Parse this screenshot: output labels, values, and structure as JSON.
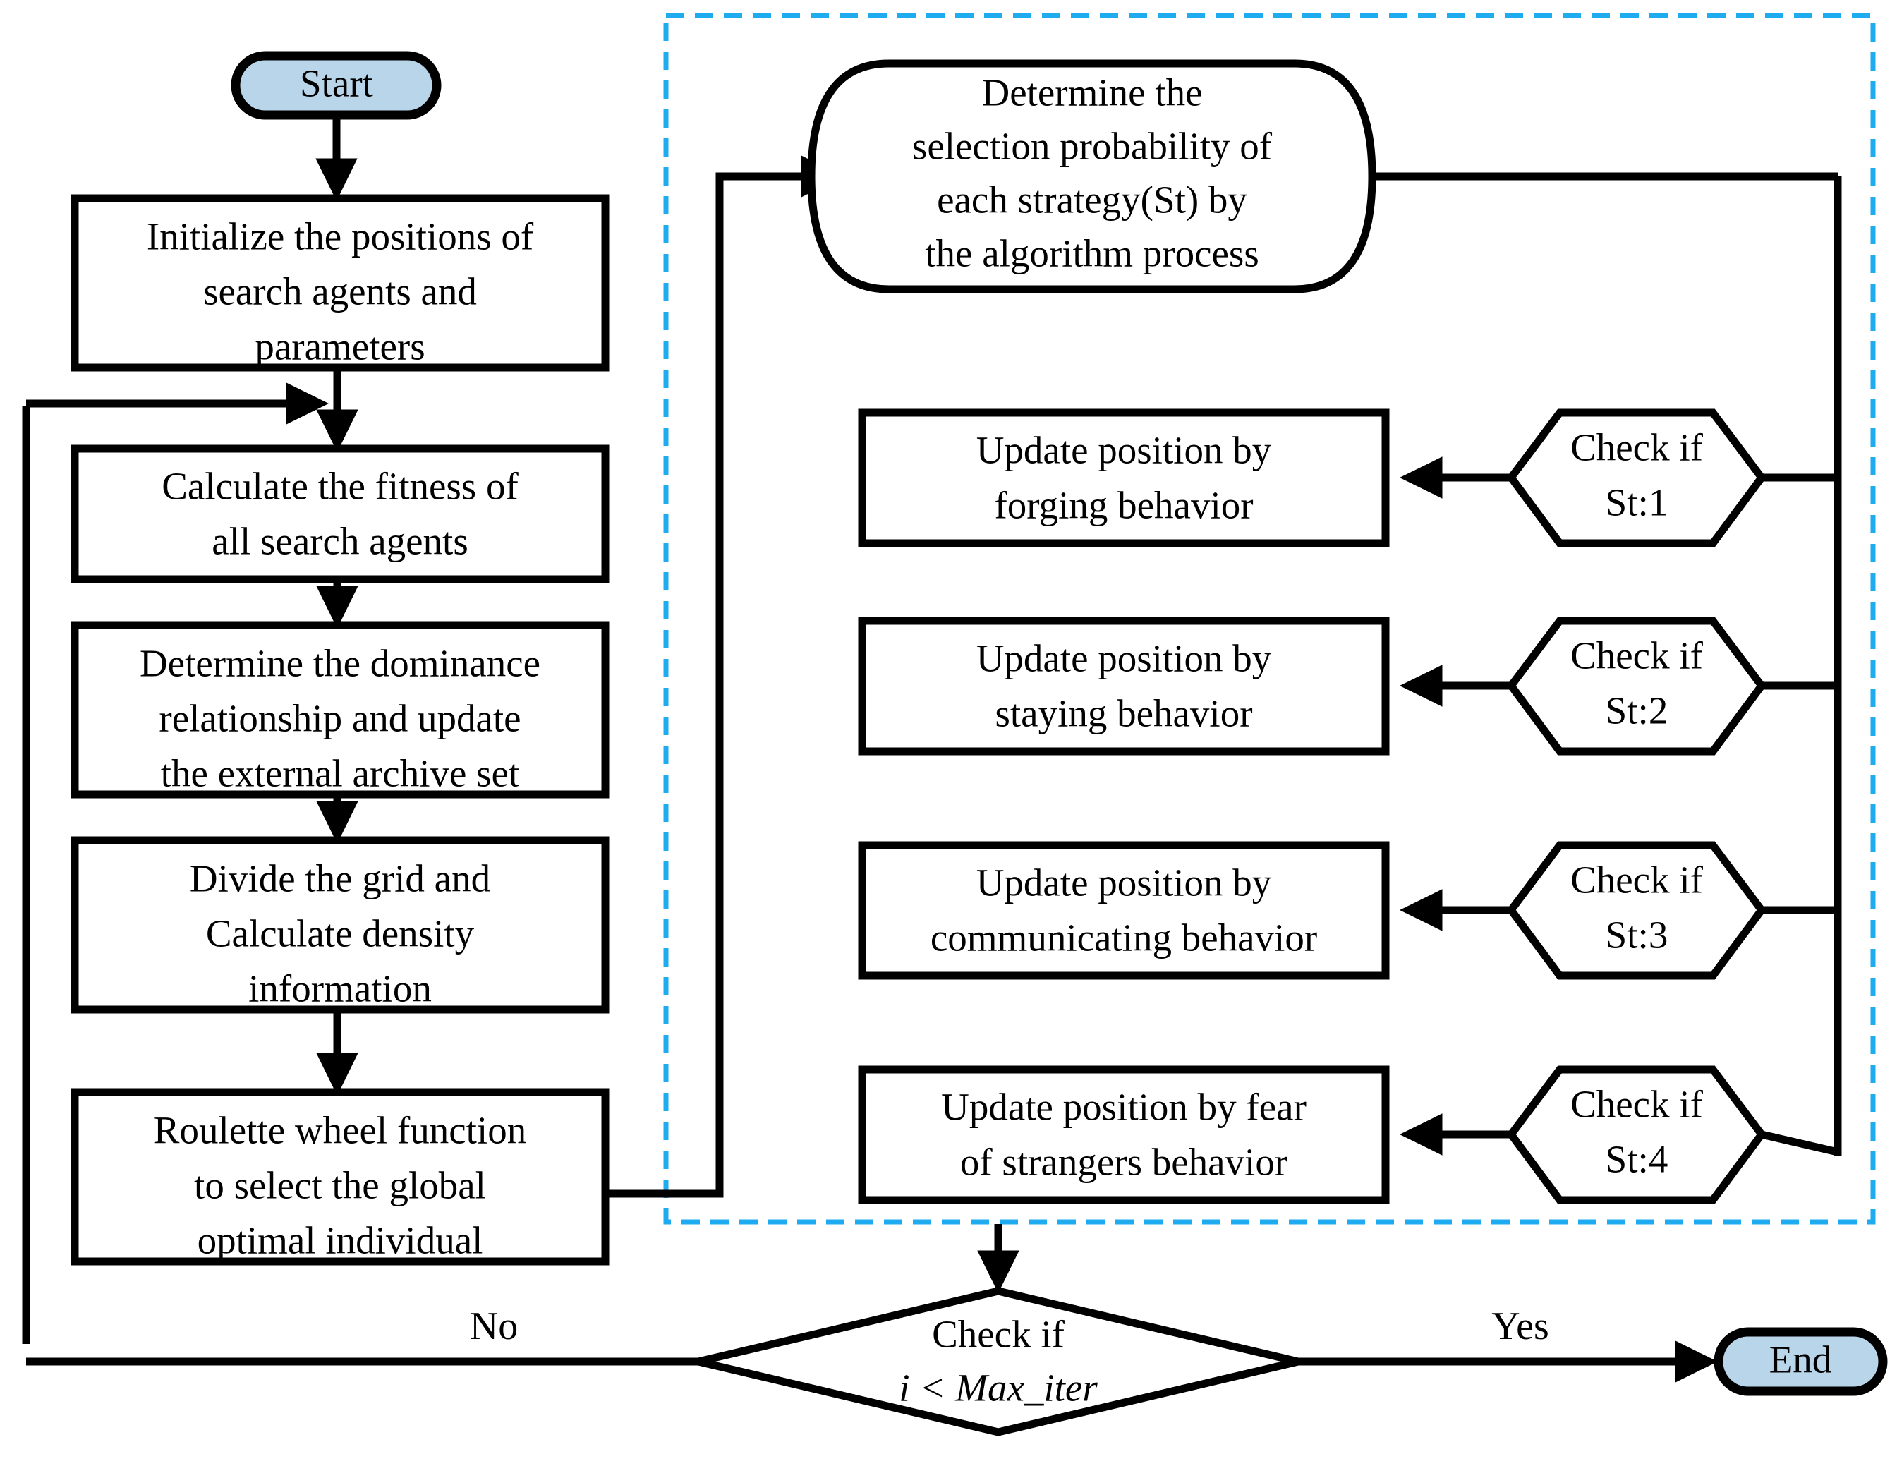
{
  "diagram": {
    "title": "Multi-objective optimization algorithm flowchart",
    "colors": {
      "terminal_fill": "#b9d5ea",
      "stroke": "#000000",
      "dashed_group": "#1fabf0",
      "background": "#ffffff"
    }
  },
  "nodes": {
    "start": {
      "label": "Start",
      "shape": "terminal"
    },
    "end": {
      "label": "End",
      "shape": "terminal"
    },
    "initialize": {
      "shape": "process",
      "lines": [
        "Initialize the positions of",
        "search agents and",
        "parameters"
      ]
    },
    "fitness": {
      "shape": "process",
      "lines": [
        "Calculate the fitness of",
        "all search agents"
      ]
    },
    "dominance": {
      "shape": "process",
      "lines": [
        "Determine the dominance",
        "relationship and update",
        "the external archive set"
      ]
    },
    "grid": {
      "shape": "process",
      "lines": [
        "Divide the grid and",
        "Calculate density",
        "information"
      ]
    },
    "roulette": {
      "shape": "process",
      "lines": [
        "Roulette wheel function",
        "to select the global",
        "optimal individual"
      ]
    },
    "selection_probability": {
      "shape": "rounded-cylinder",
      "lines": [
        "Determine the",
        "selection probability of",
        "each strategy(St) by",
        "the algorithm process"
      ]
    },
    "decision_max_iter": {
      "shape": "diamond",
      "lines": [
        "Check if",
        "i < Max_iter"
      ],
      "line1": "Check if",
      "line2_italic": "i < Max_iter"
    }
  },
  "strategies": [
    {
      "check": {
        "shape": "hexagon",
        "lines": [
          "Check if",
          "St:1"
        ],
        "line1": "Check if",
        "line2": "St:1"
      },
      "action": {
        "shape": "process",
        "lines": [
          "Update position by",
          "forging behavior"
        ],
        "line1": "Update position by",
        "line2": "forging behavior"
      }
    },
    {
      "check": {
        "shape": "hexagon",
        "lines": [
          "Check if",
          "St:2"
        ],
        "line1": "Check if",
        "line2": "St:2"
      },
      "action": {
        "shape": "process",
        "lines": [
          "Update position by",
          "staying behavior"
        ],
        "line1": "Update position by",
        "line2": "staying behavior"
      }
    },
    {
      "check": {
        "shape": "hexagon",
        "lines": [
          "Check if",
          "St:3"
        ],
        "line1": "Check if",
        "line2": "St:3"
      },
      "action": {
        "shape": "process",
        "lines": [
          "Update position by",
          "communicating behavior"
        ],
        "line1": "Update position by",
        "line2": "communicating behavior"
      }
    },
    {
      "check": {
        "shape": "hexagon",
        "lines": [
          "Check if",
          "St:4"
        ],
        "line1": "Check if",
        "line2": "St:4"
      },
      "action": {
        "shape": "process",
        "lines": [
          "Update position by fear",
          "of strangers behavior"
        ],
        "line1": "Update position by fear",
        "line2": "of strangers behavior"
      }
    }
  ],
  "edge_labels": {
    "no": "No",
    "yes": "Yes"
  },
  "group_box": {
    "style": "dashed",
    "color": "#1fabf0",
    "label": ""
  }
}
